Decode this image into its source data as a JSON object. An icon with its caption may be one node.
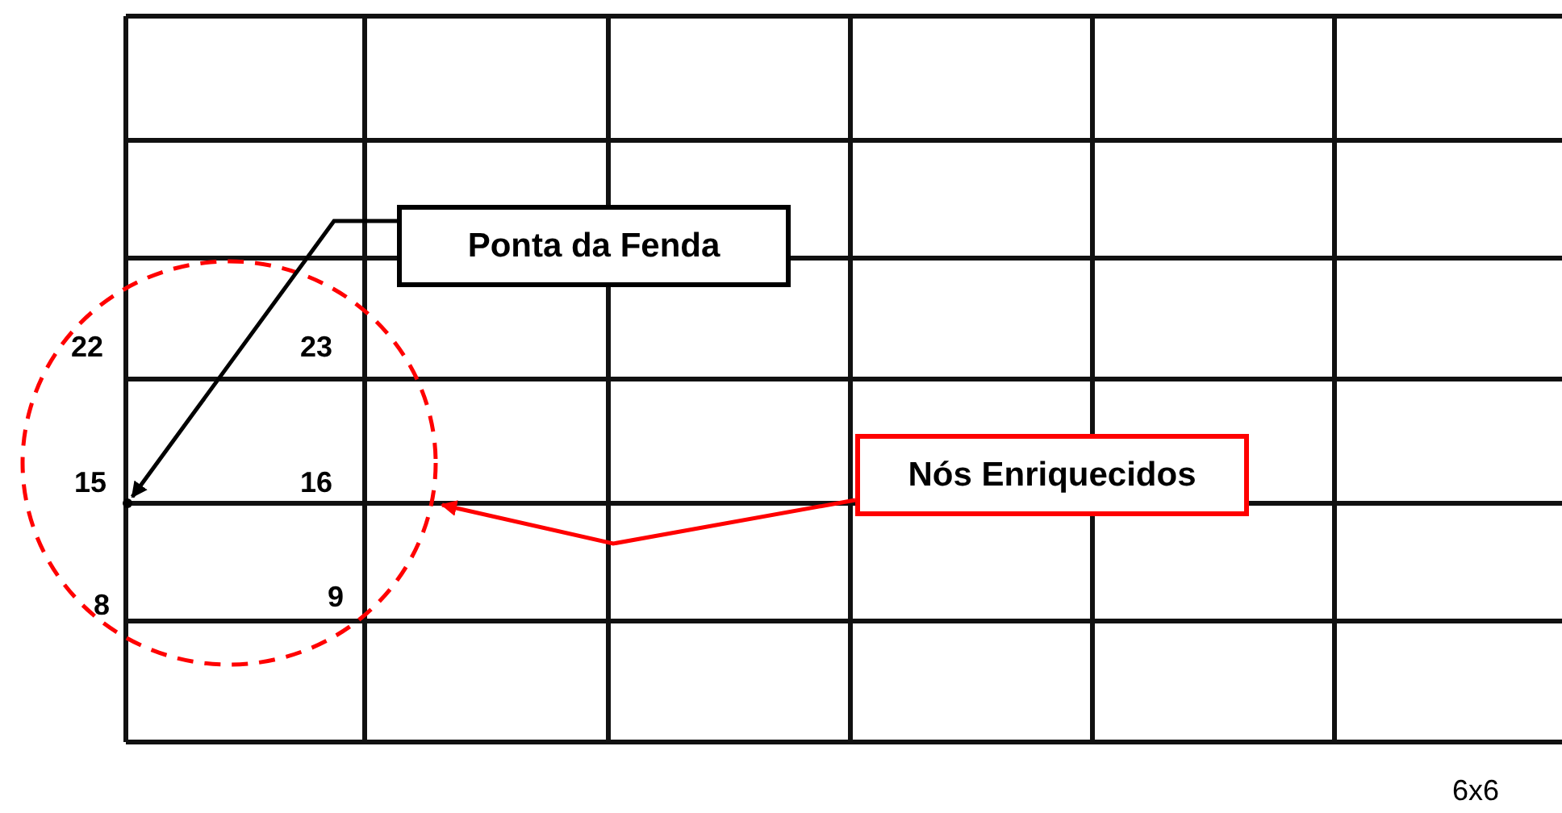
{
  "diagram": {
    "nodes": [
      {
        "text": [
          "Ponta da Fenda"
        ]
      },
      {
        "text": [
          "Nós Enriquecidos"
        ]
      },
      {
        "text": [],
        "shape": "circle"
      },
      {
        "text": [],
        "shape": "point",
        "in": 2
      }
    ],
    "edges": [
      {
        "from": 0,
        "to": 3,
        "arrow": "to",
        "color": "#000000"
      },
      {
        "from": 1,
        "to": 2,
        "arrow": "to",
        "color": "#ff0000"
      }
    ],
    "labels": [
      "22",
      "23",
      "15",
      "16",
      "8",
      "9",
      "6x6"
    ]
  }
}
